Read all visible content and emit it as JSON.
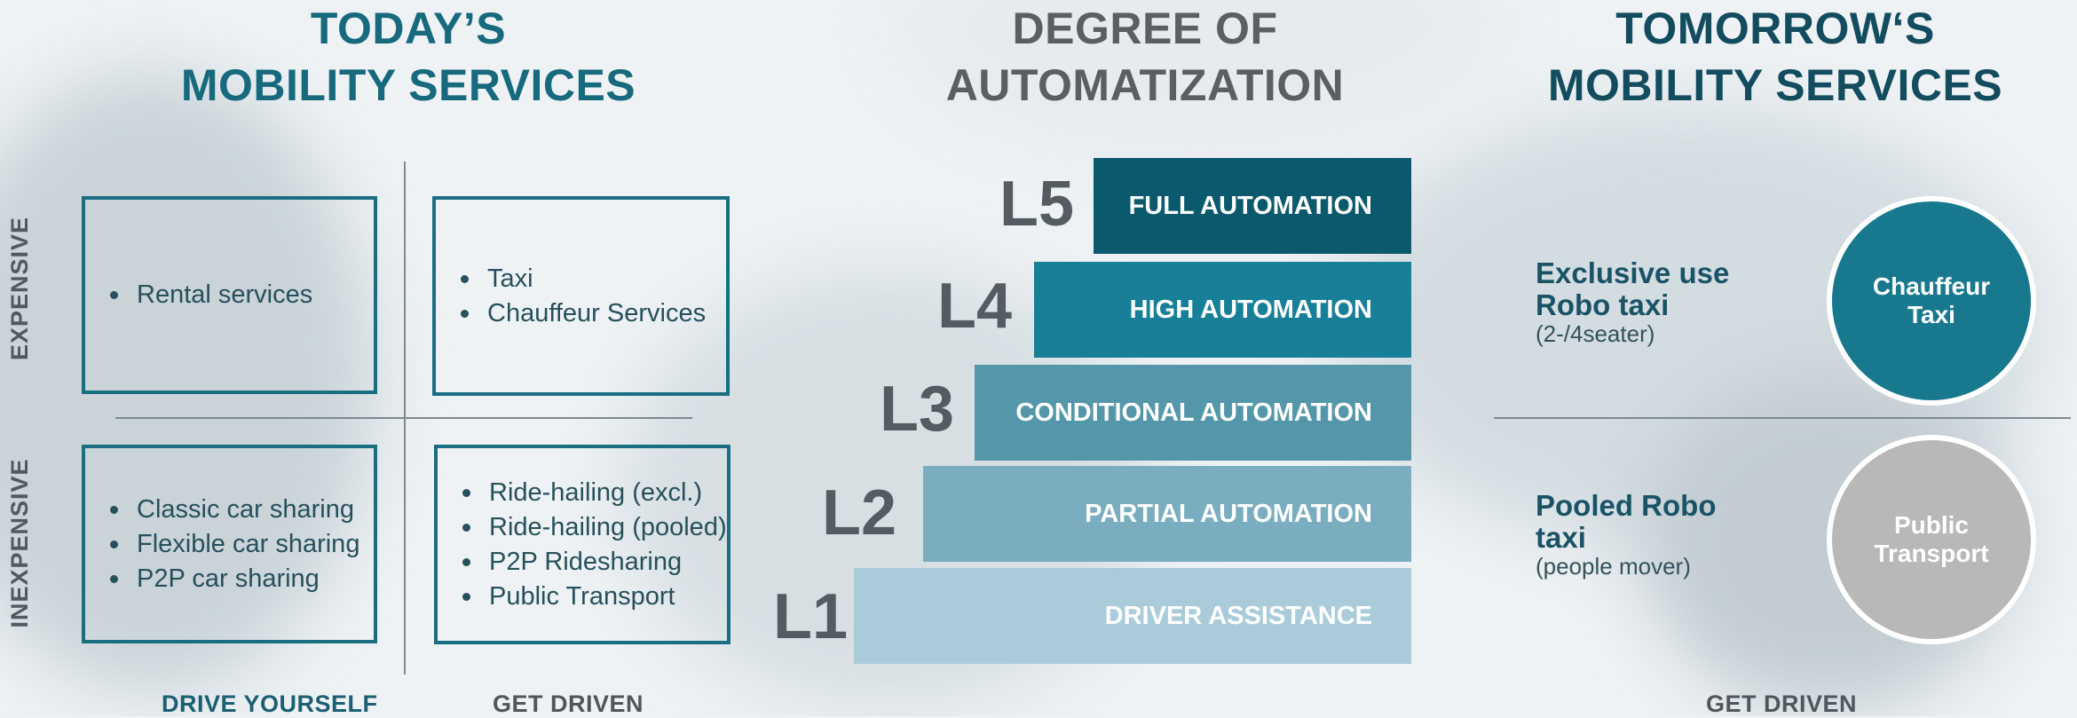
{
  "colors": {
    "teal_dark": "#0c5f73",
    "teal_title": "#17697d",
    "gray_title": "#5a5f63",
    "box_border": "#1a6e82",
    "step_l5": "#0b596c",
    "step_l4": "#177f97",
    "step_l3": "#5597aa",
    "step_l2": "#79adbf",
    "step_l1": "#a9cbda",
    "circle_taxi": "#18788d",
    "circle_public": "#b8b8b8"
  },
  "today": {
    "title_line1": "TODAY’S",
    "title_line2": "MOBILITY SERVICES",
    "y_axis_top": "EXPENSIVE",
    "y_axis_bottom": "INEXPENSIVE",
    "x_axis_left": "DRIVE YOURSELF",
    "x_axis_right": "GET DRIVEN",
    "boxes": {
      "expensive_drive_yourself": [
        "Rental services"
      ],
      "expensive_get_driven": [
        "Taxi",
        "Chauffeur Services"
      ],
      "inexpensive_drive_yourself": [
        "Classic car sharing",
        "Flexible car sharing",
        "P2P car sharing"
      ],
      "inexpensive_get_driven": [
        "Ride-hailing (excl.)",
        "Ride-hailing (pooled)",
        "P2P Ridesharing",
        "Public Transport"
      ]
    }
  },
  "automation": {
    "title_line1": "DEGREE OF",
    "title_line2": "AUTOMATIZATION",
    "levels": [
      {
        "code": "L5",
        "label": "FULL AUTOMATION"
      },
      {
        "code": "L4",
        "label": "HIGH AUTOMATION"
      },
      {
        "code": "L3",
        "label": "CONDITIONAL AUTOMATION"
      },
      {
        "code": "L2",
        "label": "PARTIAL AUTOMATION"
      },
      {
        "code": "L1",
        "label": "DRIVER ASSISTANCE"
      }
    ]
  },
  "tomorrow": {
    "title_line1": "TOMORROW‘S",
    "title_line2": "MOBILITY SERVICES",
    "exclusive": {
      "line1": "Exclusive use",
      "line2": "Robo taxi",
      "sub": "(2-/4seater)",
      "circle_line1": "Chauffeur",
      "circle_line2": "Taxi"
    },
    "pooled": {
      "line1": "Pooled Robo",
      "line2": "taxi",
      "sub": "(people mover)",
      "circle_line1": "Public",
      "circle_line2": "Transport"
    },
    "x_axis": "GET DRIVEN"
  }
}
